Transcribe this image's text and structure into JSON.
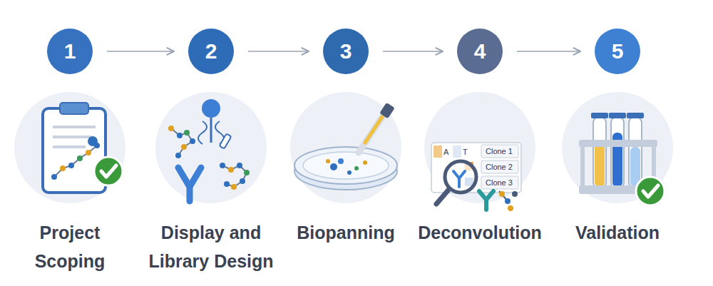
{
  "diagram": {
    "nodes": [
      {
        "text": [
          "1"
        ]
      },
      {
        "text": [
          "2"
        ]
      },
      {
        "text": [
          "3"
        ]
      },
      {
        "text": [
          "4"
        ]
      },
      {
        "text": [
          "5"
        ]
      },
      {
        "text": [
          "Project Scoping"
        ]
      },
      {
        "text": [
          "Display and Library Design"
        ]
      },
      {
        "text": [
          "Biopanning"
        ]
      },
      {
        "text": [
          "Deconvolution"
        ]
      },
      {
        "text": [
          "Validation"
        ]
      }
    ],
    "edges": [
      {
        "from": 0,
        "to": 1,
        "arrow": "to"
      },
      {
        "from": 1,
        "to": 2,
        "arrow": "to"
      },
      {
        "from": 2,
        "to": 3,
        "arrow": "to"
      },
      {
        "from": 3,
        "to": 4,
        "arrow": "to"
      }
    ],
    "labels": [
      "A",
      "T",
      "Clone 1",
      "Clone 2",
      "Clone 3"
    ]
  }
}
